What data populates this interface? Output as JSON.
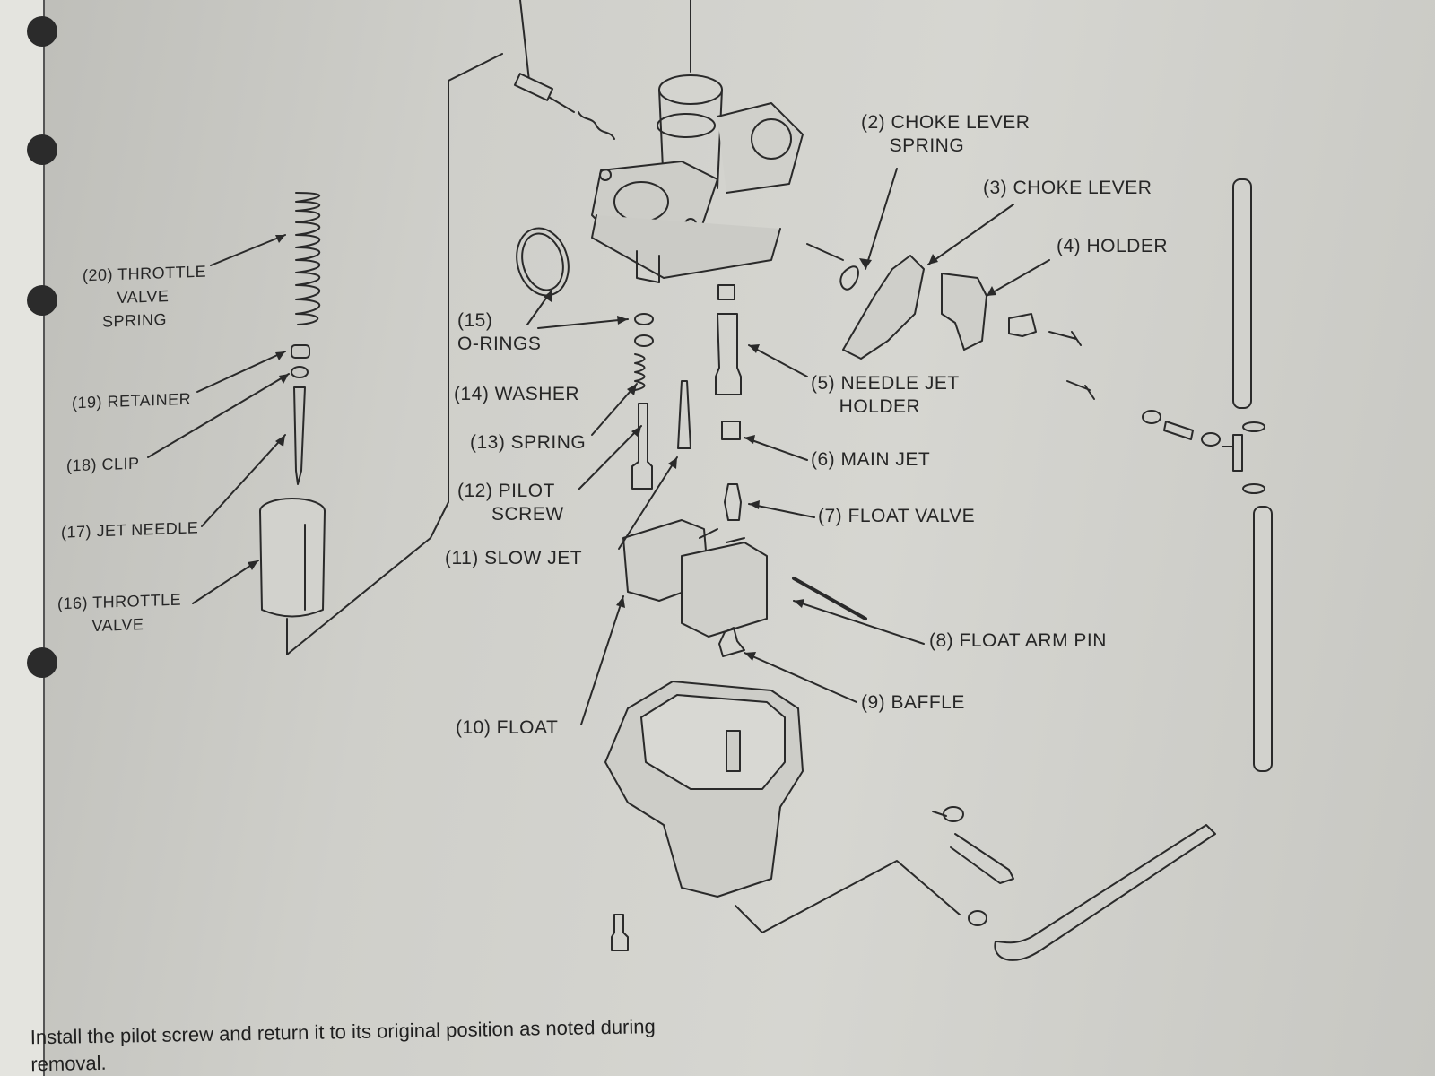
{
  "diagram": {
    "labels": [
      {
        "id": "choke-lever-spring",
        "text": "(2) CHOKE LEVER\n     SPRING"
      },
      {
        "id": "choke-lever",
        "text": "(3) CHOKE LEVER"
      },
      {
        "id": "holder",
        "text": "(4) HOLDER"
      },
      {
        "id": "needle-jet-holder",
        "text": "(5) NEEDLE JET\n     HOLDER"
      },
      {
        "id": "main-jet",
        "text": "(6) MAIN JET"
      },
      {
        "id": "float-valve",
        "text": "(7) FLOAT VALVE"
      },
      {
        "id": "float-arm-pin",
        "text": "(8) FLOAT ARM PIN"
      },
      {
        "id": "baffle",
        "text": "(9) BAFFLE"
      },
      {
        "id": "float",
        "text": "(10) FLOAT"
      },
      {
        "id": "slow-jet",
        "text": "(11) SLOW JET"
      },
      {
        "id": "pilot-screw",
        "text": "(12) PILOT\n      SCREW"
      },
      {
        "id": "spring",
        "text": "(13) SPRING"
      },
      {
        "id": "washer",
        "text": "(14) WASHER"
      },
      {
        "id": "o-rings",
        "text": "(15)\nO-RINGS"
      },
      {
        "id": "throttle-valve",
        "text": "(16) THROTTLE\n       VALVE"
      },
      {
        "id": "jet-needle",
        "text": "(17) JET NEEDLE"
      },
      {
        "id": "clip",
        "text": "(18) CLIP"
      },
      {
        "id": "retainer",
        "text": "(19) RETAINER"
      },
      {
        "id": "throttle-valve-spring",
        "text": "(20) THROTTLE\n       VALVE\n    SPRING"
      }
    ]
  },
  "caption": "Install the pilot screw and return it to its original position as noted during removal."
}
